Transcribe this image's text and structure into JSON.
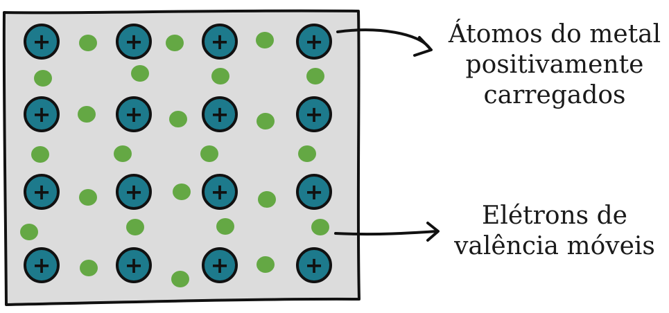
{
  "labels": {
    "atoms": {
      "lines": [
        "Átomos do metal",
        "positivamente",
        "carregados"
      ]
    },
    "electrons": {
      "lines": [
        "Elétrons de",
        "valência móveis"
      ]
    }
  },
  "colors": {
    "background": "#dcdcdc",
    "ion_fill": "#1d7a8c",
    "ion_stroke": "#111111",
    "electron": "#64a844",
    "outline": "#111111"
  },
  "symbols": {
    "ion_sign": "+"
  },
  "lattice": {
    "ion_rows": 4,
    "ion_cols": 4
  }
}
